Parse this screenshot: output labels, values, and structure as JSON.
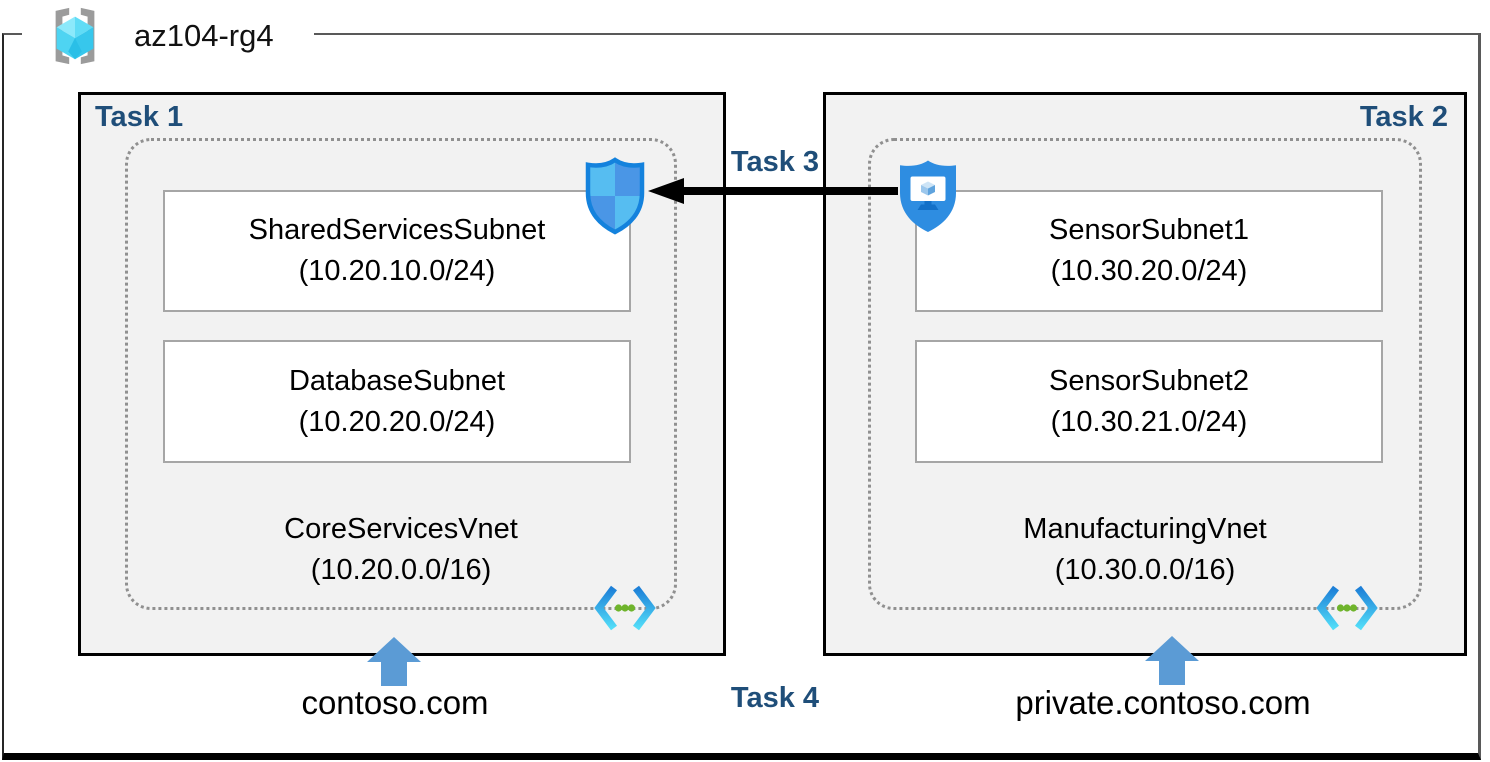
{
  "resource_group": {
    "name": "az104-rg4"
  },
  "vnets": [
    {
      "task": "Task 1",
      "name": "CoreServicesVnet",
      "cidr": "(10.20.0.0/16)",
      "dns_zone": "contoso.com",
      "subnets": [
        {
          "name": "SharedServicesSubnet",
          "cidr": "(10.20.10.0/24)"
        },
        {
          "name": "DatabaseSubnet",
          "cidr": "(10.20.20.0/24)"
        }
      ]
    },
    {
      "task": "Task 2",
      "name": "ManufacturingVnet",
      "cidr": "(10.30.0.0/16)",
      "dns_zone": "private.contoso.com",
      "subnets": [
        {
          "name": "SensorSubnet1",
          "cidr": "(10.30.20.0/24)"
        },
        {
          "name": "SensorSubnet2",
          "cidr": "(10.30.21.0/24)"
        }
      ]
    }
  ],
  "annotations": {
    "task3": "Task 3",
    "task4": "Task 4"
  },
  "icons": {
    "resource_group": "resource-group-icon",
    "nsg": "network-security-group-icon",
    "asg": "application-security-group-icon",
    "vnet": "virtual-network-icon",
    "dns_arrow": "blue-up-arrow-icon",
    "task3_arrow": "black-left-arrow-icon"
  },
  "colors": {
    "task_label": "#1F4E79",
    "box_fill": "#F2F2F2",
    "box_border": "#000000",
    "subnet_border": "#A6A6A6",
    "dotted_border": "#909090",
    "dns_arrow_blue": "#5B9BD5",
    "asg_blue": "#2E8DE1",
    "nsg_light": "#56BDF1",
    "nsg_dark": "#4A96E6",
    "vnet_dot_green": "#6FB42C",
    "rg_cube_cyan": "#50D5F2",
    "bracket_gray": "#9B9B9B"
  }
}
